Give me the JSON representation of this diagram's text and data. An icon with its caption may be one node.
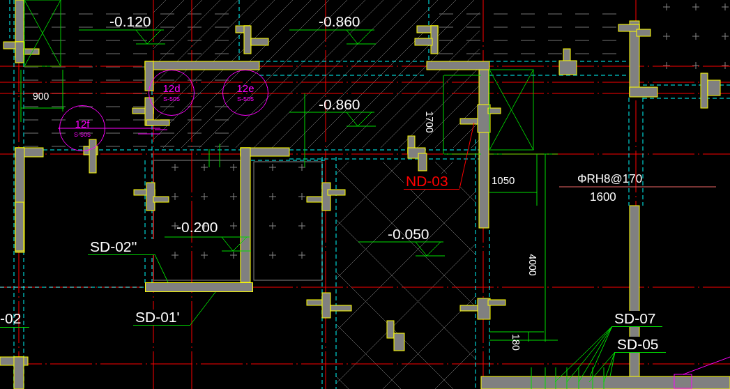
{
  "diagram": {
    "nodes": [
      {
        "text": [
          "SD-02''"
        ]
      },
      {
        "text": [
          "SD-01'"
        ]
      },
      {
        "text": [
          "ND-03"
        ]
      },
      {
        "text": [
          "SD-07"
        ]
      },
      {
        "text": [
          "SD-05"
        ]
      },
      {
        "text": [
          "12d",
          "S-505"
        ]
      },
      {
        "text": [
          "12e",
          "S-505"
        ]
      },
      {
        "text": [
          "12f",
          "S-505"
        ]
      },
      {
        "text": [],
        "shape": "bar"
      }
    ],
    "edges": [
      {
        "from": 0,
        "to": 8,
        "arrow": "none"
      },
      {
        "from": 1,
        "to": 8,
        "arrow": "none"
      },
      {
        "from": 2,
        "to": null,
        "arrow": "none",
        "color": "#ff0000"
      },
      {
        "from": 3,
        "to": null,
        "arrow": "none"
      },
      {
        "from": 3,
        "to": null,
        "arrow": "none"
      },
      {
        "from": 3,
        "to": null,
        "arrow": "none"
      },
      {
        "from": 3,
        "to": null,
        "arrow": "none"
      },
      {
        "from": 4,
        "to": null,
        "arrow": "none"
      },
      {
        "from": 4,
        "to": null,
        "arrow": "none"
      },
      {
        "from": 4,
        "to": null,
        "arrow": "none"
      }
    ],
    "labels": [
      "-0.120",
      "-0.860",
      "900",
      "-0.860",
      "1700",
      "1050",
      "ΦRH8@170",
      "1600",
      "-0.200",
      "-0.050",
      "4000",
      "-02",
      "180"
    ]
  }
}
